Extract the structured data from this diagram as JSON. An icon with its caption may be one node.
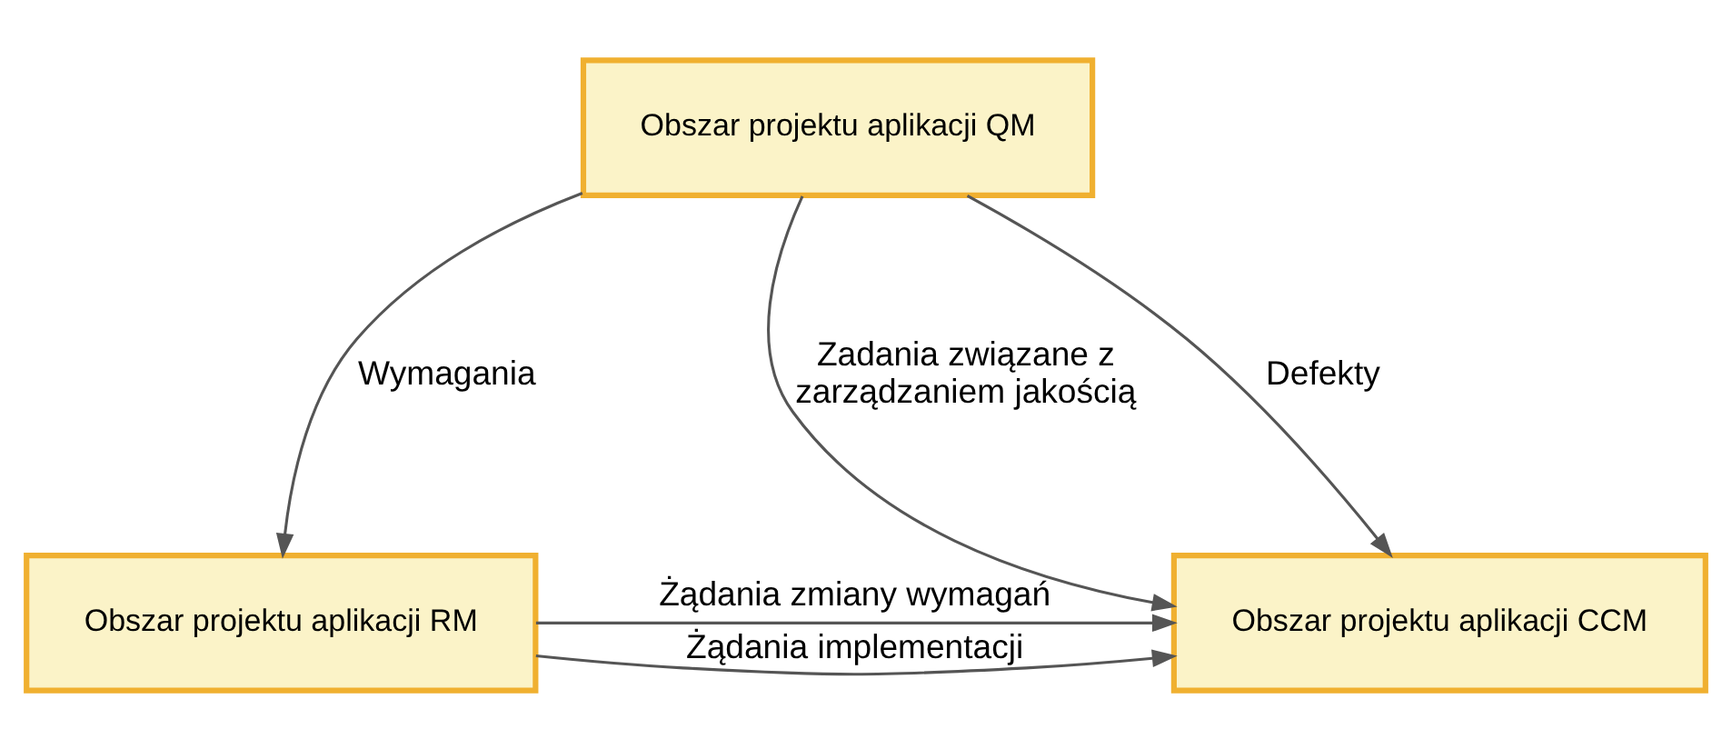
{
  "diagram": {
    "nodes": [
      {
        "text": [
          "Obszar projektu aplikacji QM"
        ]
      },
      {
        "text": [
          "Obszar projektu aplikacji CCM"
        ]
      },
      {
        "text": [
          "Obszar projektu aplikacji RM"
        ]
      }
    ],
    "edges": [
      {
        "from": 0,
        "to": 1,
        "arrow": "to",
        "label": "Zadania związane z zarządzaniem jakością"
      },
      {
        "from": 0,
        "to": 1,
        "arrow": "to",
        "label": "Defekty"
      },
      {
        "from": 0,
        "to": 2,
        "arrow": "to",
        "label": "Wymagania"
      },
      {
        "from": 2,
        "to": 1,
        "arrow": "to",
        "label": "Żądania implementacji"
      },
      {
        "from": 2,
        "to": 1,
        "arrow": "to",
        "label": "Żądania zmiany wymagań"
      }
    ]
  }
}
